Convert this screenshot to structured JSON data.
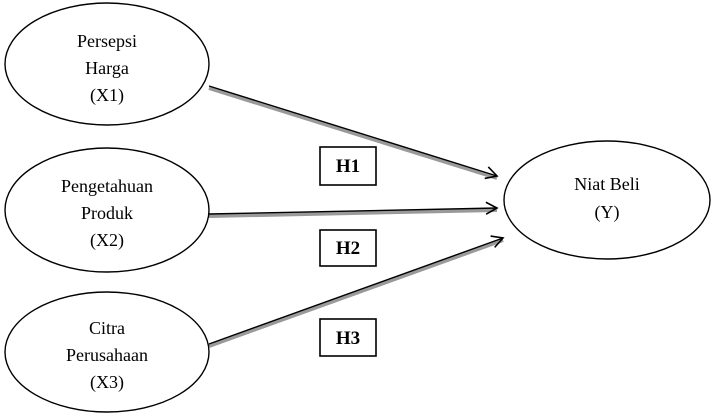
{
  "nodes": {
    "x1": {
      "line1": "Persepsi",
      "line2": "Harga",
      "line3": "(X1)"
    },
    "x2": {
      "line1": "Pengetahuan",
      "line2": "Produk",
      "line3": "(X2)"
    },
    "x3": {
      "line1": "Citra",
      "line2": "Perusahaan",
      "line3": "(X3)"
    },
    "y": {
      "line1": "Niat Beli",
      "line2": "(Y)"
    }
  },
  "hypotheses": {
    "h1": "H1",
    "h2": "H2",
    "h3": "H3"
  },
  "colors": {
    "stroke": "#000000",
    "arrow_shadow": "#9a9a9a",
    "background": "#ffffff"
  }
}
